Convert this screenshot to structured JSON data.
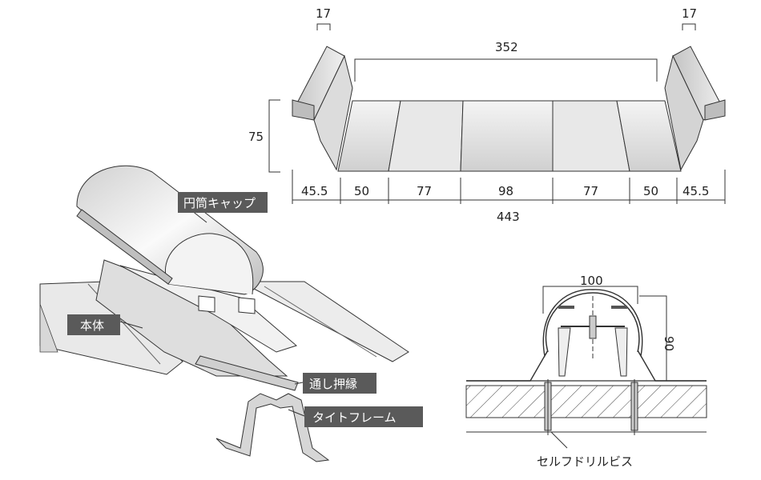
{
  "top_profile": {
    "width_top_left": "17",
    "width_top_right": "17",
    "span_inner": "352",
    "height": "75",
    "segments": [
      "45.5",
      "50",
      "77",
      "98",
      "77",
      "50",
      "45.5"
    ],
    "total_width": "443"
  },
  "callouts": {
    "cap": "円筒キャップ",
    "body": "本体",
    "press_edge": "通し押縁",
    "tight_frame": "タイトフレーム"
  },
  "section_detail": {
    "width": "100",
    "height": "90",
    "screw_label": "セルフドリルビス"
  },
  "colors": {
    "callout_bg": "#5a5a5a",
    "line": "#333333",
    "panel": "#e6e6e6"
  }
}
